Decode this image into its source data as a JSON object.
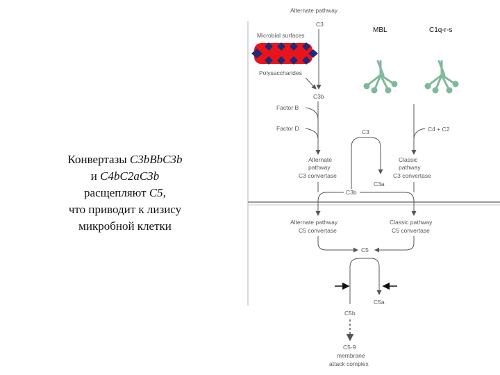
{
  "caption": {
    "line1_prefix": "Конвертазы ",
    "line1_emph": "C3bBbC3b",
    "line2_prefix": "и ",
    "line2_emph": "C4bC2aC3b",
    "line3_prefix": "расщепляют ",
    "line3_emph": "C5",
    "line3_suffix": ",",
    "line4": "что приводит к лизису",
    "line5": "микробной клетки"
  },
  "diagram": {
    "alternate_pathway_title": "Alternate pathway",
    "c3_top": "C3",
    "microbial_surfaces": "Microbial surfaces",
    "polysaccharides": "Polysaccharides",
    "mbl": "MBL",
    "c1qrs": "C1q-r-s",
    "c3b_top": "C3b",
    "factor_b": "Factor B",
    "factor_d": "Factor D",
    "c3_mid": "C3",
    "c4_c2": "C4 + C2",
    "alt_c3_conv_1": "Alternate",
    "alt_c3_conv_2": "pathway",
    "alt_c3_conv_3": "C3 convertase",
    "classic_c3_conv_1": "Classic",
    "classic_c3_conv_2": "pathway",
    "classic_c3_conv_3": "C3 convertase",
    "c3a": "C3a",
    "c3b_mid": "C3b",
    "alt_c5_conv_1": "Alternate pathway",
    "alt_c5_conv_2": "C5 convertase",
    "classic_c5_conv_1": "Classic pathway",
    "classic_c5_conv_2": "C5 convertase",
    "c5": "C5",
    "c5a": "C5a",
    "c5b": "C5b",
    "mac_1": "C5-9",
    "mac_2": "membrane",
    "mac_3": "attack complex"
  },
  "colors": {
    "microbe_fill": "#e8141c",
    "microbe_studs": "#1c2a78",
    "lectin_green": "#7fb89a",
    "line": "#555555",
    "divider": "#9a9a9a"
  }
}
